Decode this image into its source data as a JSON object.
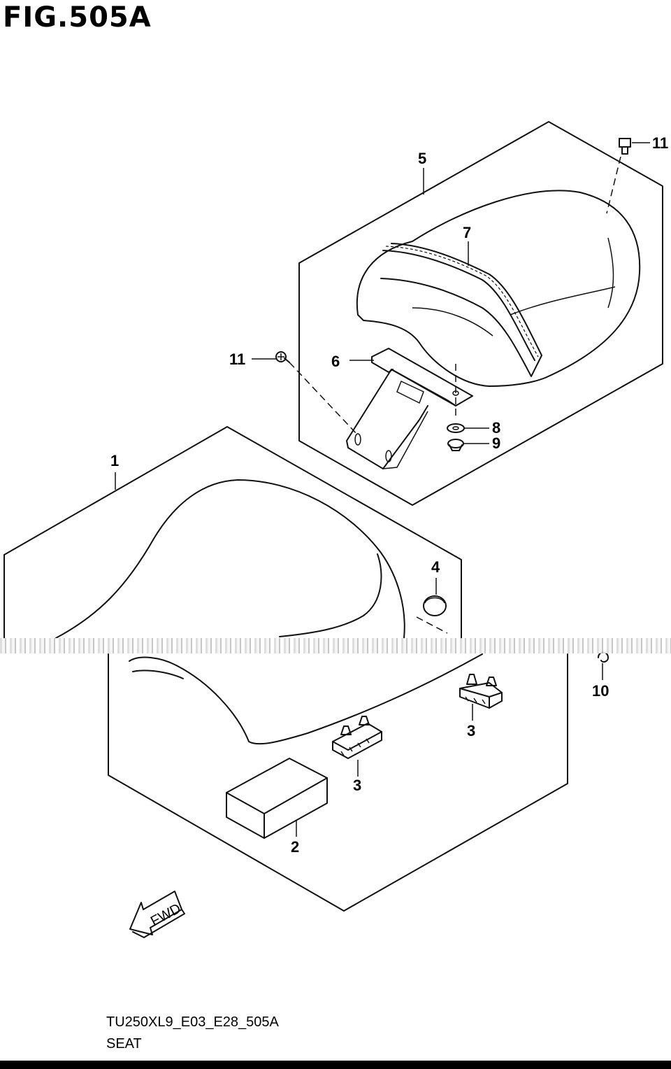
{
  "figure": {
    "title": "FIG.505A",
    "code": "TU250XL9_E03_E28_505A",
    "name": "SEAT",
    "fwd_label": "FWD"
  },
  "callouts": [
    {
      "id": "c1",
      "label": "1"
    },
    {
      "id": "c2",
      "label": "2"
    },
    {
      "id": "c3a",
      "label": "3"
    },
    {
      "id": "c3b",
      "label": "3"
    },
    {
      "id": "c4",
      "label": "4"
    },
    {
      "id": "c5",
      "label": "5"
    },
    {
      "id": "c6",
      "label": "6"
    },
    {
      "id": "c7",
      "label": "7"
    },
    {
      "id": "c8",
      "label": "8"
    },
    {
      "id": "c9",
      "label": "9"
    },
    {
      "id": "c10",
      "label": "10"
    },
    {
      "id": "c11a",
      "label": "11"
    },
    {
      "id": "c11b",
      "label": "11"
    }
  ]
}
